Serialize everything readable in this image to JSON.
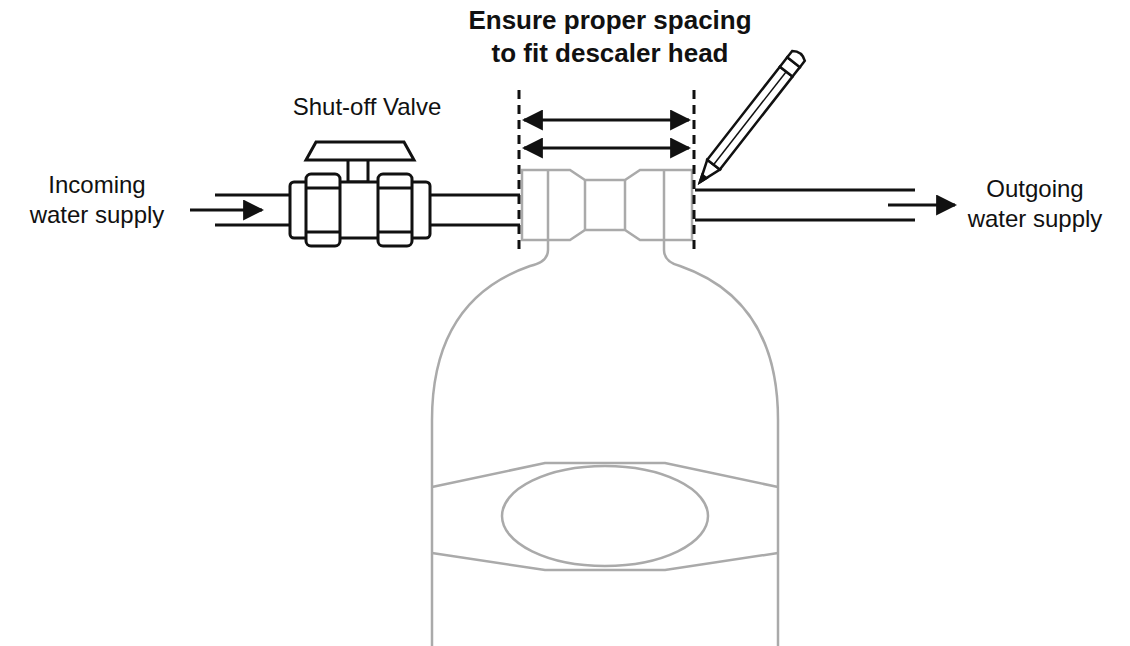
{
  "diagram": {
    "title": "Ensure proper spacing to fit descaler head",
    "labels": [
      "Shut-off Valve",
      "Incoming water supply",
      "Outgoing water supply"
    ]
  }
}
